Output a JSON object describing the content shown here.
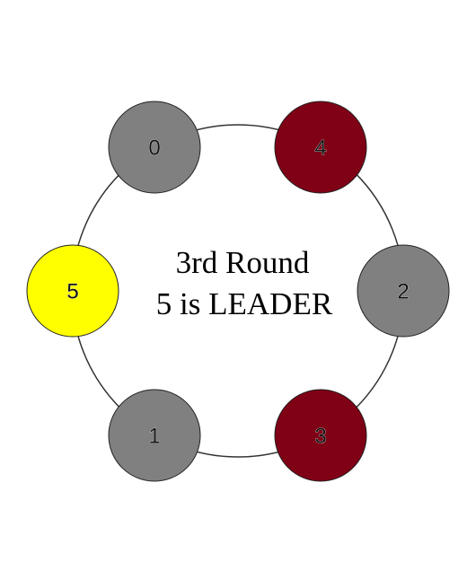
{
  "diagram": {
    "title_line1": "3rd Round",
    "title_line2": "5 is LEADER",
    "leader": "5",
    "nodes": [
      {
        "id": "0",
        "label": "0",
        "color": "#808080"
      },
      {
        "id": "4",
        "label": "4",
        "color": "#800015"
      },
      {
        "id": "2",
        "label": "2",
        "color": "#808080"
      },
      {
        "id": "3",
        "label": "3",
        "color": "#800015"
      },
      {
        "id": "1",
        "label": "1",
        "color": "#808080"
      },
      {
        "id": "5",
        "label": "5",
        "color": "#ffff00"
      }
    ],
    "colors": {
      "ring": "#333333",
      "node_border": "#222222"
    }
  }
}
